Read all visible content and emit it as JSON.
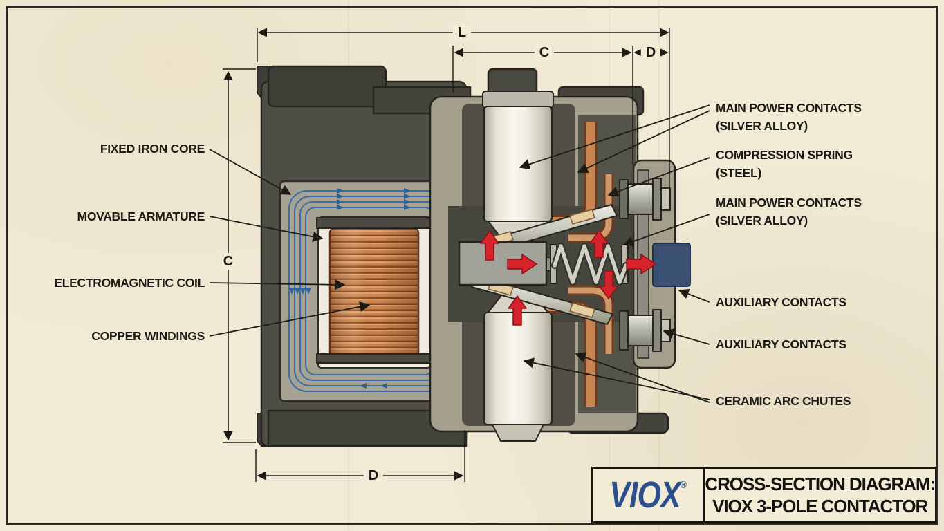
{
  "title_block": {
    "brand": "VIOX",
    "registered_mark": "®",
    "title_line1": "CROSS-SECTION DIAGRAM:",
    "title_line2": "VIOX 3-POLE CONTACTOR"
  },
  "dimension_labels": {
    "overall_length": "L",
    "top_width": "C",
    "top_depth": "D",
    "left_height": "C",
    "bottom_width": "D"
  },
  "component_labels": {
    "left": [
      {
        "text": "FIXED IRON CORE"
      },
      {
        "text": "MOVABLE ARMATURE"
      },
      {
        "text": "ELECTROMAGNETIC COIL"
      },
      {
        "text": "COPPER WINDINGS"
      }
    ],
    "right": [
      {
        "line1": "MAIN POWER CONTACTS",
        "line2": "(SILVER ALLOY)"
      },
      {
        "line1": "COMPRESSION SPRING",
        "line2": "(STEEL)"
      },
      {
        "line1": "MAIN POWER CONTACTS",
        "line2": "(SILVER ALLOY)"
      },
      {
        "line1": "AUXILIARY CONTACTS",
        "line2": ""
      },
      {
        "line1": "AUXILIARY CONTACTS",
        "line2": ""
      },
      {
        "line1": "CERAMIC ARC CHUTES",
        "line2": ""
      }
    ]
  },
  "colors": {
    "paper": "#f1ead5",
    "frame": "#2b2922",
    "ink": "#1c1b16",
    "brand_blue": "#2a4f8c",
    "housing_dark": "#4f4e46",
    "housing_khaki": "#a49e8d",
    "copper": "#c9854f",
    "field_line_blue": "#3a6ca3",
    "arrow_red": "#d6232b",
    "terminal_blue": "#3b5174"
  }
}
